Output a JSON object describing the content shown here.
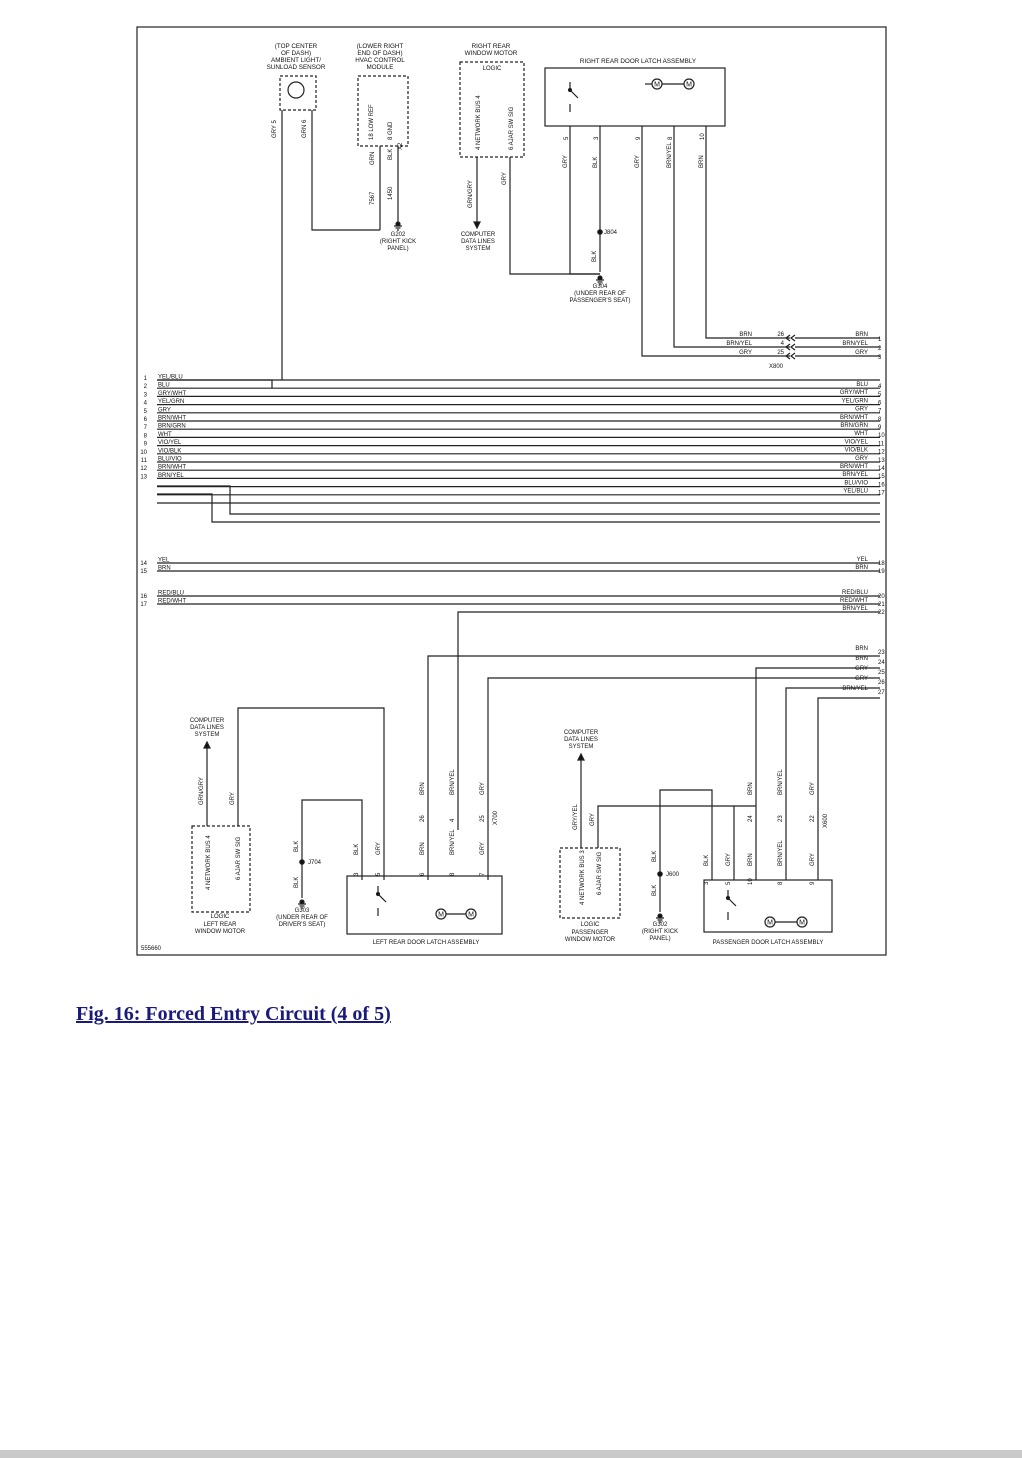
{
  "figure": {
    "caption": "Fig. 16: Forced Entry Circuit (4 of 5)",
    "image_id": "555660"
  },
  "top": {
    "sensor_title": [
      "(TOP CENTER",
      "OF DASH)",
      "AMBIENT LIGHT/",
      "SUNLOAD SENSOR"
    ],
    "sensor_pins": [
      "GRY 5",
      "GRN 6"
    ],
    "hvac_title": [
      "(LOWER RIGHT",
      "END OF DASH)",
      "HVAC CONTROL",
      "MODULE"
    ],
    "hvac_labels": [
      "18 LOW REF",
      "8 GND",
      "X2",
      "GRN",
      "BLK",
      "7567",
      "1450"
    ],
    "g202": [
      "G202",
      "(RIGHT KICK",
      "PANEL)"
    ],
    "rr_motor_title": [
      "RIGHT REAR",
      "WINDOW MOTOR"
    ],
    "logic": "LOGIC",
    "rr_motor_labels": [
      "4 NETWORK BUS 4",
      "6 AJAR SW SIG",
      "GRN/GRY",
      "GRY"
    ],
    "cdl": [
      "COMPUTER",
      "DATA LINES",
      "SYSTEM"
    ],
    "rr_latch_title": "RIGHT REAR DOOR LATCH ASSEMBLY",
    "rr_latch_pins": [
      "5",
      "3",
      "9",
      "8",
      "10"
    ],
    "rr_latch_wires": [
      "GRY",
      "BLK",
      "GRY",
      "BRN/YEL",
      "BRN"
    ],
    "j804": "J804",
    "g304": [
      "G304",
      "(UNDER REAR OF",
      "PASSENGER'S SEAT)"
    ],
    "blk": "BLK",
    "x800_rows": [
      {
        "left": "BRN",
        "pin": "26",
        "right": "BRN",
        "num": "1"
      },
      {
        "left": "BRN/YEL",
        "pin": "4",
        "right": "BRN/YEL",
        "num": "2"
      },
      {
        "left": "GRY",
        "pin": "25",
        "right": "GRY",
        "num": "3"
      }
    ],
    "x800": "X800"
  },
  "left_bus": [
    {
      "num": "1",
      "label": "YEL/BLU"
    },
    {
      "num": "2",
      "label": "BLU"
    },
    {
      "num": "3",
      "label": "GRY/WHT"
    },
    {
      "num": "4",
      "label": "YEL/GRN"
    },
    {
      "num": "5",
      "label": "GRY"
    },
    {
      "num": "6",
      "label": "BRN/WHT"
    },
    {
      "num": "7",
      "label": "BRN/GRN"
    },
    {
      "num": "8",
      "label": "WHT"
    },
    {
      "num": "9",
      "label": "VIO/YEL"
    },
    {
      "num": "10",
      "label": "VIO/BLK"
    },
    {
      "num": "11",
      "label": "BLU/VIO"
    },
    {
      "num": "12",
      "label": "BRN/WHT"
    },
    {
      "num": "13",
      "label": "BRN/YEL"
    }
  ],
  "right_bus": [
    {
      "num": "4",
      "label": "BLU"
    },
    {
      "num": "5",
      "label": "GRY/WHT"
    },
    {
      "num": "6",
      "label": "YEL/GRN"
    },
    {
      "num": "7",
      "label": "GRY"
    },
    {
      "num": "8",
      "label": "BRN/WHT"
    },
    {
      "num": "9",
      "label": "BRN/GRN"
    },
    {
      "num": "10",
      "label": "WHT"
    },
    {
      "num": "11",
      "label": "VIO/YEL"
    },
    {
      "num": "12",
      "label": "VIO/BLK"
    },
    {
      "num": "13",
      "label": "GRY"
    },
    {
      "num": "14",
      "label": "BRN/WHT"
    },
    {
      "num": "15",
      "label": "BRN/YEL"
    },
    {
      "num": "16",
      "label": "BLU/VIO"
    },
    {
      "num": "17",
      "label": "YEL/BLU"
    }
  ],
  "mid_left": [
    {
      "num": "14",
      "label": "YEL"
    },
    {
      "num": "15",
      "label": "BRN"
    },
    {
      "num": "16",
      "label": "RED/BLU"
    },
    {
      "num": "17",
      "label": "RED/WHT"
    }
  ],
  "mid_right": [
    {
      "num": "18",
      "label": "YEL"
    },
    {
      "num": "19",
      "label": "BRN"
    },
    {
      "num": "20",
      "label": "RED/BLU"
    },
    {
      "num": "21",
      "label": "RED/WHT"
    },
    {
      "num": "22",
      "label": "BRN/YEL"
    }
  ],
  "low_right": [
    {
      "num": "23",
      "label": "BRN"
    },
    {
      "num": "24",
      "label": "BRN"
    },
    {
      "num": "25",
      "label": "GRY"
    },
    {
      "num": "26",
      "label": "GRY"
    },
    {
      "num": "27",
      "label": "BRN/YEL"
    }
  ],
  "bottom": {
    "cdl_left": [
      "COMPUTER",
      "DATA LINES",
      "SYSTEM"
    ],
    "lr_motor_labels": [
      "4 NETWORK BUS 4",
      "6 AJAR SW SIG",
      "GRN/GRY",
      "GRY"
    ],
    "logic": "LOGIC",
    "lr_motor_title": [
      "LEFT REAR",
      "WINDOW MOTOR"
    ],
    "j704": "J704",
    "g303": [
      "G303",
      "(UNDER REAR OF",
      "DRIVER'S SEAT)"
    ],
    "blk": "BLK",
    "x700_wires": [
      "BRN",
      "BRN/YEL",
      "GRY"
    ],
    "x700_pins": [
      "26",
      "4",
      "25"
    ],
    "x700": "X700",
    "lr_latch_wires": [
      "BLK",
      "GRY",
      "BRN",
      "BRN/YEL",
      "GRY"
    ],
    "lr_latch_pins": [
      "3",
      "5",
      "6",
      "8",
      "7"
    ],
    "lr_latch_title": "LEFT REAR DOOR LATCH ASSEMBLY",
    "cdl_right": [
      "COMPUTER",
      "DATA LINES",
      "SYSTEM"
    ],
    "pass_motor_labels": [
      "4 NETWORK BUS 3",
      "6 AJAR SW SIG",
      "GRY/YEL",
      "GRY"
    ],
    "pass_motor_title": [
      "PASSENGER",
      "WINDOW MOTOR"
    ],
    "j600": "J600",
    "g302": [
      "G302",
      "(RIGHT KICK",
      "PANEL)"
    ],
    "x600_wires": [
      "BRN",
      "BRN/YEL",
      "GRY"
    ],
    "x600_pins": [
      "24",
      "23",
      "22"
    ],
    "x600": "X600",
    "pass_latch_wires": [
      "BLK",
      "GRY",
      "BRN",
      "BRN/YEL",
      "GRY"
    ],
    "pass_latch_pins": [
      "3",
      "5",
      "10",
      "8",
      "9"
    ],
    "pass_latch_title": "PASSENGER DOOR LATCH ASSEMBLY",
    "motor": "M"
  }
}
